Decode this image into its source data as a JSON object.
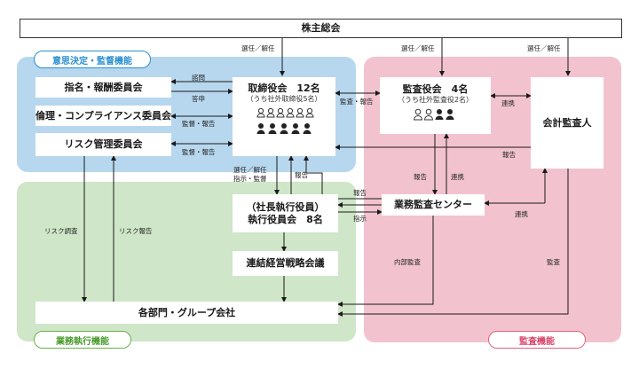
{
  "shareholders": "株主総会",
  "regions": {
    "supervision": "意思決定・監督機能",
    "execution": "業務執行機能",
    "audit": "監査機能"
  },
  "boxes": {
    "nomination": "指名・報酬委員会",
    "compliance": "倫理・コンプライアンス委員会",
    "risk": "リスク管理委員会",
    "board_title": "取締役会　12名",
    "board_sub": "（うち社外取締役5名）",
    "auditboard_title": "監査役会　4名",
    "auditboard_sub": "（うち社外監査役2名）",
    "accounting_auditor": "会計監査人",
    "exec_line1": "（社長執行役員）",
    "exec_line2": "執行役員会　8名",
    "strategy": "連結経営戦略会議",
    "audit_center": "業務監査センター",
    "departments": "各部門・グループ会社"
  },
  "labels": {
    "elect1": "選任／解任",
    "elect2": "選任／解任",
    "elect3": "選任／解任",
    "consult": "諮問",
    "report_answer": "答申",
    "supervise_report1": "監督・報告",
    "supervise_report2": "監督・報告",
    "audit_report": "監査・報告",
    "cooperation1": "連携",
    "report1": "報告",
    "exec_elect": "選任／解任",
    "exec_instruct": "指示・監督",
    "report2": "報告",
    "report3": "報告",
    "instruct": "指示",
    "report4": "報告",
    "cooperation2": "連携",
    "cooperation3": "連携",
    "risk_survey": "リスク調査",
    "risk_report": "リスク報告",
    "internal_audit": "内部監査",
    "audit": "監査"
  },
  "colors": {
    "supervision_bg": "#b7d7ee",
    "execution_bg": "#cfe6c8",
    "audit_bg": "#f2c3cf",
    "line": "#1a1a1a",
    "supervision_border": "#2a8fd0",
    "execution_border": "#6ab04c",
    "audit_border": "#e0607e"
  },
  "icons": {
    "board_outside": "person-outline-icon",
    "board_inside": "person-filled-icon",
    "audit_outside": "person-outline-icon",
    "audit_inside": "person-filled-icon"
  }
}
